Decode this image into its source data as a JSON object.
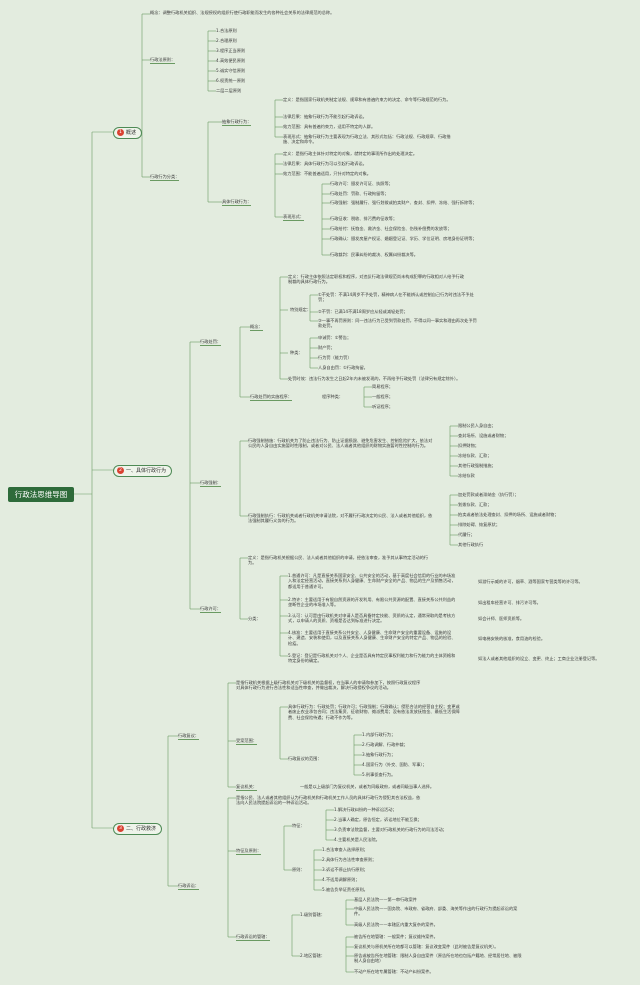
{
  "title": "行政法思维导图",
  "branches": [
    {
      "num": "1",
      "label": "概述"
    },
    {
      "num": "2",
      "label": "一、具体行政行为"
    },
    {
      "num": "3",
      "label": "二、行政救济"
    }
  ],
  "b1": {
    "concept": "概念：调整行政机关组织、法规授权的组织行使行政职能而发生的各种社会关系的法律规范的总称。",
    "principles_label": "行政法原则：",
    "principles": [
      "1.合法原则",
      "2.合理原则",
      "3.程序正当原则",
      "4.高效便民原则",
      "5.诚实守信原则",
      "6.权责统一原则",
      "二层二层原则"
    ],
    "classify_label": "行政行为分类：",
    "abstract_label": "抽象行政行为：",
    "abstract_def": "定义：是指国家行政机关制定法规、规章和有普遍约束力的决定、命令等行政规范的行为。",
    "abstract_items": [
      "法律后果：抽象行政行为不能引起行政诉讼。",
      "效力范围：具有普遍约束力，适用不特定的人群。",
      "表现形式：抽象行政行为主要表现为行政立法、其形式包括：行政法规、行政规章、行政措施、决定和命令。"
    ],
    "concrete_label": "具体行政行为：",
    "concrete_def": "定义：是指行政主体针对特定的对象，就特定的事项所作出的处理决定。",
    "concrete_items": [
      "法律后果：具体行政行为可以引起行政诉讼。",
      "效力范围：不能普遍适用，只针对特定的对象。"
    ],
    "forms_label": "表现形式：",
    "forms": [
      "行政许可：颁发许可证、执照等；",
      "行政处罚：罚款、行政拘留等；",
      "行政强制：强制履行、强行划拨或拍卖财产、查封、扣押、冻结、强行拆除等；",
      "行政征收：税收、排污费的征收等；",
      "行政给付：抚恤金、救济金、社会保险金、伤残补偿费的发放等；",
      "行政确认：颁发房屋产权证、婚姻登记证、学历、学位证明、房地身份证明等；",
      "行政裁判：民事纠纷的裁决、权属纠纷裁决等。"
    ]
  },
  "b2": {
    "penalty_label": "行政处罚：",
    "concept_label": "概念：",
    "concept_def": "定义：行政主体依照法定职权和程序，对违反行政法律规范尚未构成犯罪的行政相对人给予行政制裁的具体行政行为。",
    "liability_a": "特别规定：",
    "liability_a_items": [
      "①不处罚：不满14周岁不予处罚，精神病人在不能辨认或控制自己行为时违法不予处罚；",
      "②不罚：已满14不满18周岁应从轻或减轻处罚；",
      "③一事不再罚原则：同一违法行为已受到罚款处罚，不得以同一事实和理由再次处予罚款处罚。"
    ],
    "types_label": "种类：",
    "types": [
      "申诫罚：①警告；",
      "财产罚；",
      "行为罚（能力罚）",
      "人身自由罚：①行政拘留。"
    ],
    "time_limit": "处罚时效：违法行为发生之日起2年内未被发现的，不再给予行政处罚（法律另有规定除外）。",
    "procedure_label": "行政处罚的实施程序：",
    "procedure_kind": "程序种类：",
    "procedures": [
      "简易程序；",
      "一般程序；",
      "听证程序；"
    ],
    "force_label": "行政强制：",
    "force_measure": "行政强制措施：行政机关为了防止违法行为、防止证据损毁、避免危害发生、控制危险扩大，依法对公民的人身自由实施暂时性限制，或者对公民、法人或者其他组织的财物实施暂时性控制的行为。",
    "force_measure_items": [
      "限制公民人身自由；",
      "查封场所、设施或者财物；",
      "扣押财物；",
      "冻结存款、汇款；",
      "其他行政强制措施；",
      "冻结存款"
    ],
    "force_exec": "行政强制执行：行政机关或者行政机关申请法院，对不履行行政决定的公民、法人或者其他组织，依法强制其履行义务的行为。",
    "force_exec_items": [
      "加处罚款或者滞纳金（执行罚）；",
      "划拨存款、汇款；",
      "拍卖或者依法处理查封、扣押的场所、设施或者财物；",
      "排除妨碍、恢复原状；",
      "代履行；",
      "其他行政执行"
    ],
    "license_label": "行政许可：",
    "license_def": "定义：是指行政机关根据公民、法人或者其他组织的申请，经依法审查，准予其从事特定活动的行为。",
    "license_class": "分类：",
    "license_types": [
      {
        "desc": "1.普通许可：凡是直接关系国家安全、公共安全的活动，基于高度社会信用的行业的市场准入和法定经营活动，直接关系到人身健康、生命财产安全的产品、物品的生产及销售活动，都适用于普通许可。",
        "ex": "如游行示威的许可，烟草、酒等国家专营类等的许可等。"
      },
      {
        "desc": "2.特许：主要适用于有限自然资源的开发利用、有限公共资源的配置、直接关系公共利益的垄断性企业的市场准入等。",
        "ex": "如出租车经营许可、排污许可等。"
      },
      {
        "desc": "3.认可：认可是由行政机关对申请人是否具备特定技能、资质的认定，通常采取的是考核方式，以申请人的资质、资格是否达到标准进行决定。",
        "ex": "如会计师、医师资质等。"
      },
      {
        "desc": "4.核准：主要适用于直接关系公共安全、人身健康、生命财产安全的重要设备、设施的设计、建造、安装和使用，以及直接关系人身健康、生命财产安全的特定产品、物品的检验、检疫。",
        "ex": "如电梯安装的核准，食用油的检验。"
      },
      {
        "desc": "5.登记：登记是行政机关对个人、企业是否具有特定民事权利能力和行为能力的主体资格和特定身份的确定。",
        "ex": "如法人或者其他组织的设立、变更、终止；工商企业注册登记等。"
      }
    ]
  },
  "b3": {
    "review_label": "行政复议：",
    "review_def": "是指行政机关根据上级行政机关对下级机关的监督权，在当事人的申请和参加下，按照行政复议程序对具体行政行为进行合法性和适当性审查，并做出裁决，解决行政侵权争议的活动。",
    "scope_label": "受案范围：",
    "scope_a": "具体行政行为：行政处罚；行政许可；行政强制；行政确认；侵犯合法的经营自主权；变更或者废止农业承包合同；违法集资、征收财物、摊派费用；没有依法发放抚恤金、最低生活保障费、社会保险待遇；行政不作为等。",
    "scope_b": "行政复议的范围：",
    "scope_b_items": [
      "1.内部行政行为；",
      "2.行政调解、行政仲裁；",
      "3.抽象行政行为；",
      "4.国家行为（外交、国防、军事）；",
      "5.刑事侦查行为。"
    ],
    "organ_label": "复议机关：",
    "organ": "一般是以上级部门为复议机关，或者为同级政府，或者同级当事人选择。",
    "litigation_label": "行政诉讼：",
    "litigation_def": "是指公民、法人或者其他组织认为行政机关和行政机关工作人员的具体行政行为侵犯其合法权益，依法向人民法院提起诉讼的一种诉讼活动。",
    "features_label": "特征及原则：",
    "features_a": "特征：",
    "features_a_items": [
      "1.解决行政纠纷的一种诉讼活动；",
      "2.当事人确定，原告恒定，诉讼地位不能互换；",
      "3.负责审法院监督，主要对行政机关的行政行为的司法活动；",
      "4.主要机关是人民法院。"
    ],
    "features_b": "原则：",
    "features_b_items": [
      "1.合法审查人选择原则；",
      "2.具体行为合法性审查原则；",
      "3.诉讼不停止执行原则；",
      "4.不适用调解原则；",
      "5.被告负举证责任原则。"
    ],
    "jurisdiction_label": "行政诉讼的管辖：",
    "level_label": "1.级别管辖：",
    "level_items": [
      "基层人民法院——第一审行政案件",
      "中级人民法院——国务院、市政府、省政府、部委、海关等作出的行政行为提起诉讼的案件。",
      "高级人民法院——本辖区内重大复杂的案件。"
    ],
    "area_label": "2.地区管辖：",
    "area_items": [
      "被告所在地管辖：一般案件；复议维持案件。",
      "复议机关与原机关所在地都可以管辖：复议改变案件（此时被告是复议机关）。",
      "原告或被告所在地管辖：限制人身自由案件（原告所在地也包括户籍地、经常居住地、被限制人身自由地）",
      "不动产所在地专属管辖：不动产纠纷案件。"
    ]
  }
}
